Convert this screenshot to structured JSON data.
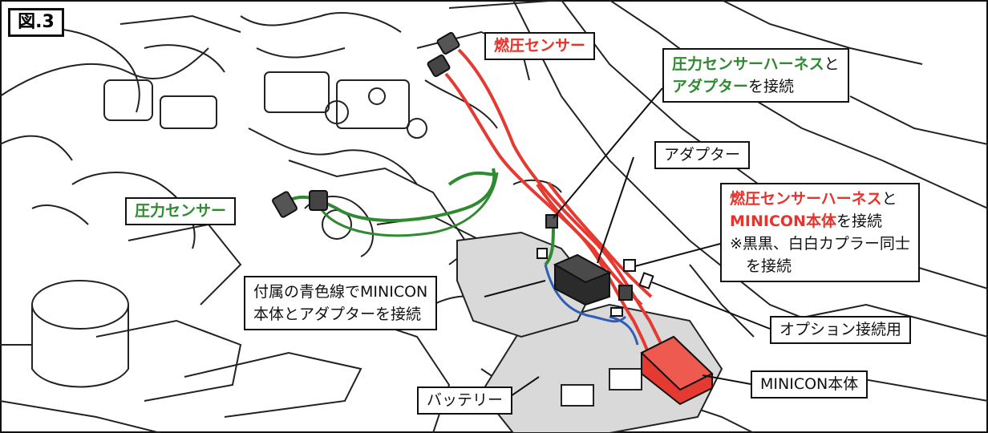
{
  "figure_label": "図.3",
  "labels": {
    "fuel_sensor": "燃圧センサー",
    "pressure_harness_line1_green": "圧力センサーハーネス",
    "pressure_harness_line1_black": "と",
    "pressure_harness_line2_green": "アダプター",
    "pressure_harness_line2_black": "を接続",
    "adapter": "アダプター",
    "fuel_harness_line1_red": "燃圧センサーハーネス",
    "fuel_harness_line1_black": "と",
    "fuel_harness_line2_red": "MINICON本体",
    "fuel_harness_line2_black": "を接続",
    "fuel_harness_line3": "※黒黒、白白カプラー同士",
    "fuel_harness_line4": "を接続",
    "pressure_sensor": "圧力センサー",
    "blue_wire_line1": "付属の青色線でMINICON",
    "blue_wire_line2": "本体とアダプターを接続",
    "option_connection": "オプション接続用",
    "minicon_body": "MINICON本体",
    "battery": "バッテリー"
  },
  "colors": {
    "red_wire": "#e53a31",
    "green_wire": "#2f8a31",
    "blue_wire": "#2f5db8",
    "minicon_unit": "#e53a31",
    "adapter_unit": "#2b2b2b",
    "highlight_gray": "#d9d9d9"
  }
}
